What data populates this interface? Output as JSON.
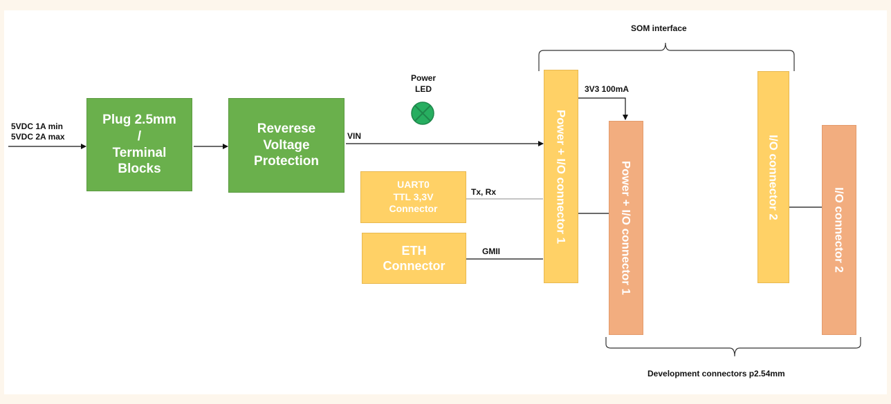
{
  "diagram": {
    "input_label": "5VDC 1A min\n5VDC 2A max",
    "plug_block": "Plug 2.5mm\n/\nTerminal\nBlocks",
    "protection_block": "Reverese\nVoltage\nProtection",
    "power_led_label": "Power\nLED",
    "vin_label": "VIN",
    "uart_block": "UART0\nTTL 3,3V\nConnector",
    "txrx_label": "Tx, Rx",
    "eth_block": "ETH\nConnector",
    "gmii_label": "GMII",
    "som_interface_label": "SOM interface",
    "som_power_connector": "Power + I/O connector 1",
    "som_io_connector": "I/O connector 2",
    "power_3v3_label": "3V3 100mA",
    "dev_power_connector": "Power + I/O connector 1",
    "dev_io_connector": "I/O connector 2",
    "dev_connectors_label": "Development connectors p2.54mm"
  },
  "colors": {
    "green_block": "#6ab04c",
    "yellow_block": "#ffd166",
    "peach_block": "#f2ad7f",
    "led_green": "#27ae60"
  }
}
